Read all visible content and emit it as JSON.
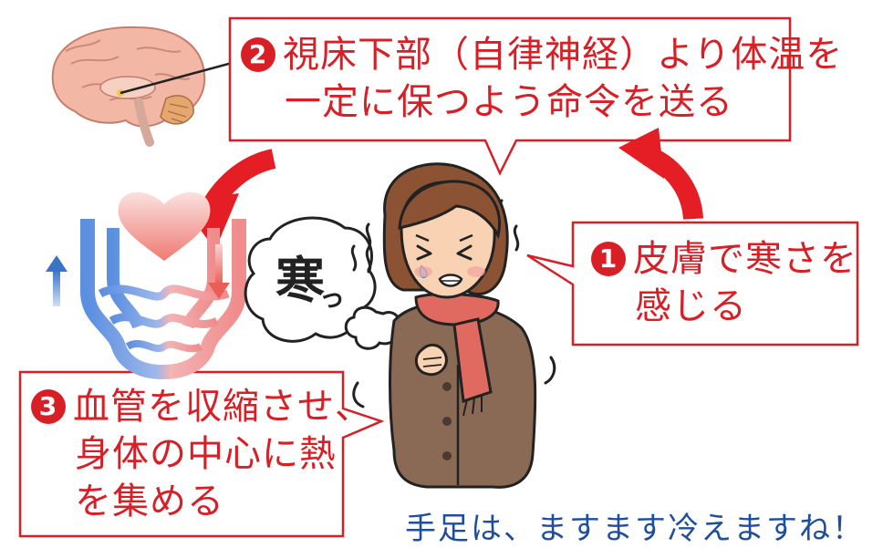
{
  "callout_top": {
    "number": "2",
    "line1": "視床下部（自律神経）より体温を",
    "line2": "一定に保つよう命令を送る"
  },
  "callout_right": {
    "number": "1",
    "line1": "皮膚で寒さを",
    "line2": "感じる"
  },
  "callout_left": {
    "number": "3",
    "line1": "血管を収縮させ、",
    "line2": "身体の中心に熱",
    "line3": "を集める"
  },
  "speech": {
    "main": "寒",
    "small": "っ"
  },
  "footer": "手足は、ますます冷えますね！",
  "colors": {
    "accent_red": "#d81f26",
    "footer_blue": "#1f4e9c",
    "vessel_blue": "#4a7fd0",
    "vessel_pink": "#f2a0a0",
    "coat_brown": "#8a6a55",
    "scarf": "#e06a60"
  }
}
